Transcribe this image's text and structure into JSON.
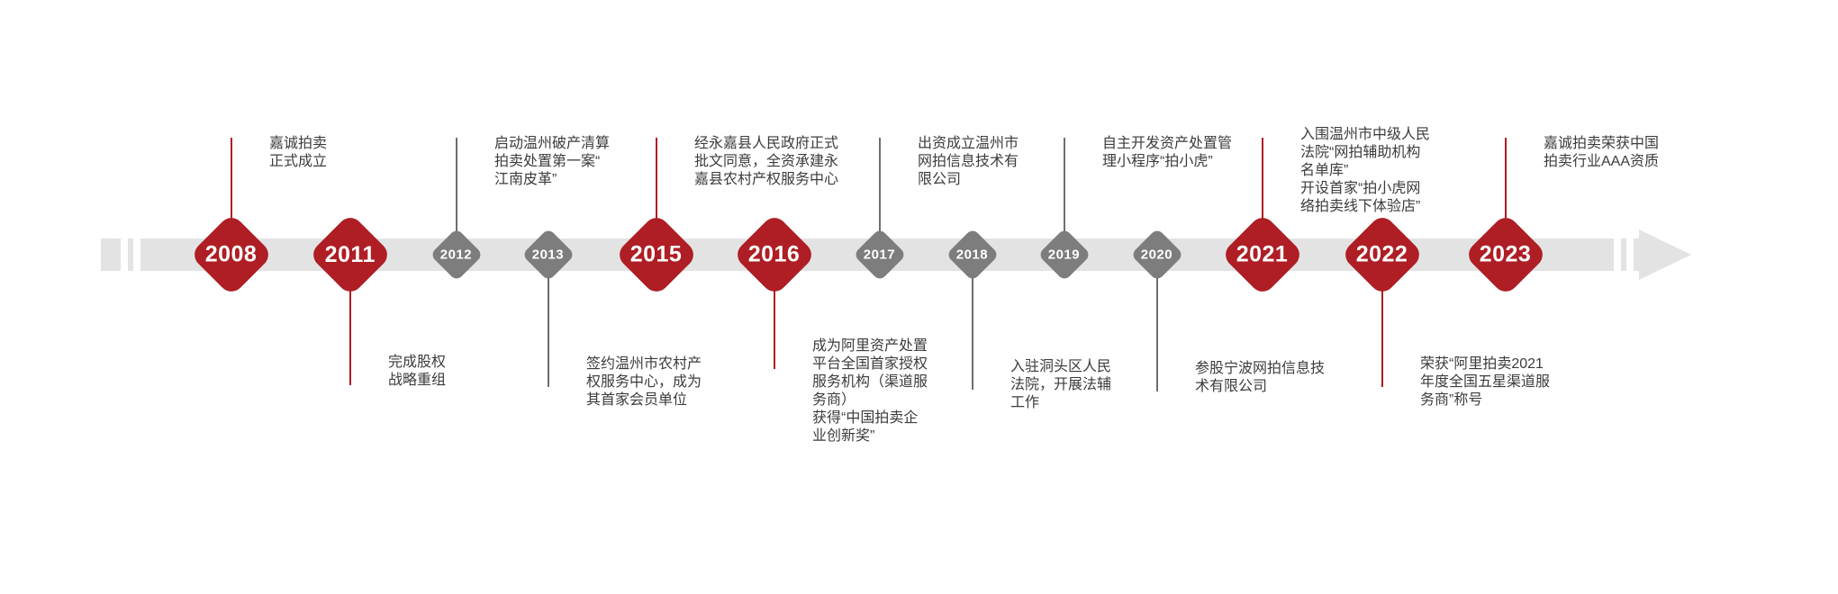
{
  "colors": {
    "milestone_red": "#ae1e24",
    "minor_gray": "#7d7d7d",
    "band_gray": "#e3e3e3",
    "text": "#3c3c3c"
  },
  "events": [
    {
      "year": "2008",
      "emphasis": "major",
      "side": "above",
      "lines": [
        "嘉诚拍卖",
        "正式成立"
      ]
    },
    {
      "year": "2011",
      "emphasis": "major",
      "side": "below",
      "lines": [
        "完成股权",
        "战略重组"
      ]
    },
    {
      "year": "2012",
      "emphasis": "minor",
      "side": "above",
      "lines": [
        "启动温州破产清算",
        "拍卖处置第一案“",
        "江南皮革”"
      ]
    },
    {
      "year": "2013",
      "emphasis": "minor",
      "side": "below",
      "lines": [
        "签约温州市农村产",
        "权服务中心，成为",
        "其首家会员单位"
      ]
    },
    {
      "year": "2015",
      "emphasis": "major",
      "side": "above",
      "lines": [
        "经永嘉县人民政府正式",
        "批文同意，全资承建永",
        "嘉县农村产权服务中心"
      ]
    },
    {
      "year": "2016",
      "emphasis": "major",
      "side": "below",
      "lines": [
        "成为阿里资产处置",
        "平台全国首家授权",
        "服务机构（渠道服",
        "务商）",
        "获得“中国拍卖企",
        "业创新奖”"
      ]
    },
    {
      "year": "2017",
      "emphasis": "minor",
      "side": "above",
      "lines": [
        "出资成立温州市",
        "网拍信息技术有",
        "限公司"
      ]
    },
    {
      "year": "2018",
      "emphasis": "minor",
      "side": "below",
      "lines": [
        "入驻洞头区人民",
        "法院，开展法辅",
        "工作"
      ]
    },
    {
      "year": "2019",
      "emphasis": "minor",
      "side": "above",
      "lines": [
        "自主开发资产处置管",
        "理小程序“拍小虎”"
      ]
    },
    {
      "year": "2020",
      "emphasis": "minor",
      "side": "below",
      "lines": [
        "参股宁波网拍信息技",
        "术有限公司"
      ]
    },
    {
      "year": "2021",
      "emphasis": "major",
      "side": "above",
      "lines": [
        "入围温州市中级人民",
        "法院“网拍辅助机构",
        "名单库”",
        "开设首家“拍小虎网",
        "络拍卖线下体验店”"
      ]
    },
    {
      "year": "2022",
      "emphasis": "major",
      "side": "below",
      "lines": [
        "荣获“阿里拍卖2021",
        "年度全国五星渠道服",
        "务商”称号"
      ]
    },
    {
      "year": "2023",
      "emphasis": "major",
      "side": "above",
      "lines": [
        "嘉诚拍卖荣获中国",
        "拍卖行业AAA资质"
      ]
    }
  ]
}
